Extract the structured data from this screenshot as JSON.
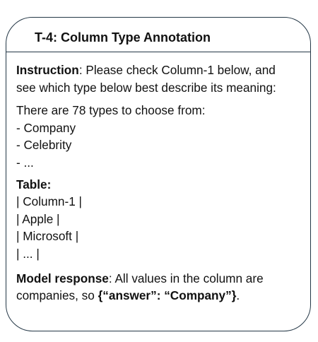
{
  "card": {
    "title": "T-4: Column Type Annotation",
    "instruction": {
      "label": "Instruction",
      "line1": ": Please check Column-1 below, and",
      "line2": "see which type below best describe its meaning:"
    },
    "types": {
      "intro": "There are 78 types to choose from:",
      "items": [
        "- Company",
        "- Celebrity",
        "- ..."
      ]
    },
    "table": {
      "label": "Table",
      "colon": ":",
      "rows": [
        "| Column-1 |",
        "| Apple |",
        "| Microsoft |",
        "| ... |"
      ]
    },
    "response": {
      "label": "Model response",
      "line1": ": All values in the column are",
      "line2_prefix": "companies, so ",
      "answer": "{“answer”: “Company”}",
      "line2_suffix": "."
    }
  }
}
